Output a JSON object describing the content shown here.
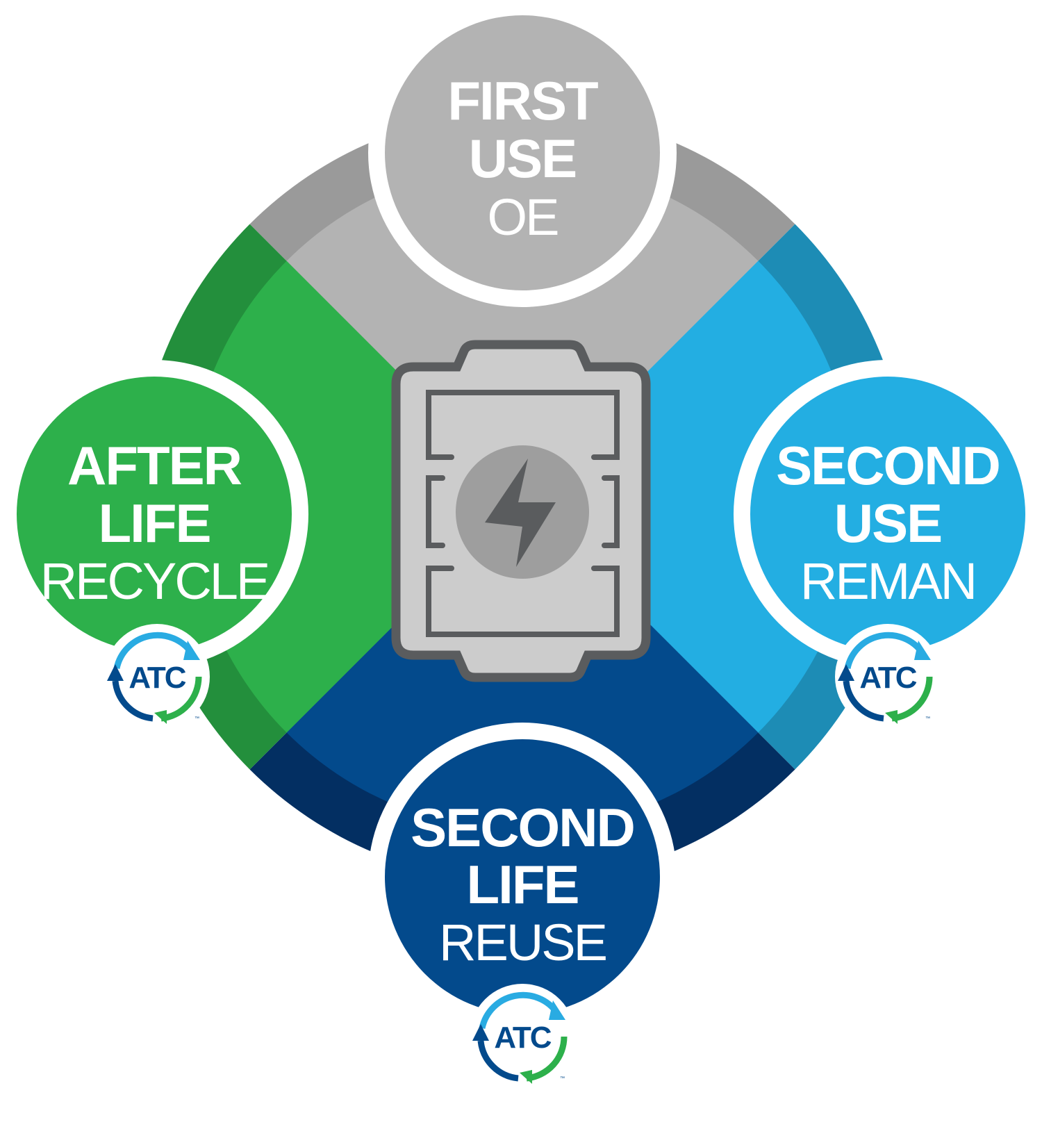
{
  "diagram": {
    "center": {
      "icon": "battery-charge-icon"
    },
    "colors": {
      "gray": "#b3b3b3",
      "gray_dark": "#9a9a9a",
      "green": "#2db04b",
      "green_dark": "#238f3c",
      "light_blue": "#23aee2",
      "light_blue_dark": "#1d8cb5",
      "navy": "#034a8c",
      "navy_dark": "#032f62",
      "battery_fill": "#cccccc",
      "battery_stroke": "#5a5c5e",
      "bolt_circle": "#9e9e9e"
    },
    "stages": [
      {
        "id": "first-use",
        "line1": "FIRST",
        "line2": "USE",
        "line3": "OE",
        "badge": null
      },
      {
        "id": "second-use",
        "line1": "SECOND",
        "line2": "USE",
        "line3": "REMAN",
        "badge": "ATC"
      },
      {
        "id": "second-life",
        "line1": "SECOND",
        "line2": "LIFE",
        "line3": "REUSE",
        "badge": "ATC"
      },
      {
        "id": "after-life",
        "line1": "AFTER",
        "line2": "LIFE",
        "line3": "RECYCLE",
        "badge": "ATC"
      }
    ],
    "badge": {
      "text": "ATC",
      "trademark": "™"
    }
  }
}
